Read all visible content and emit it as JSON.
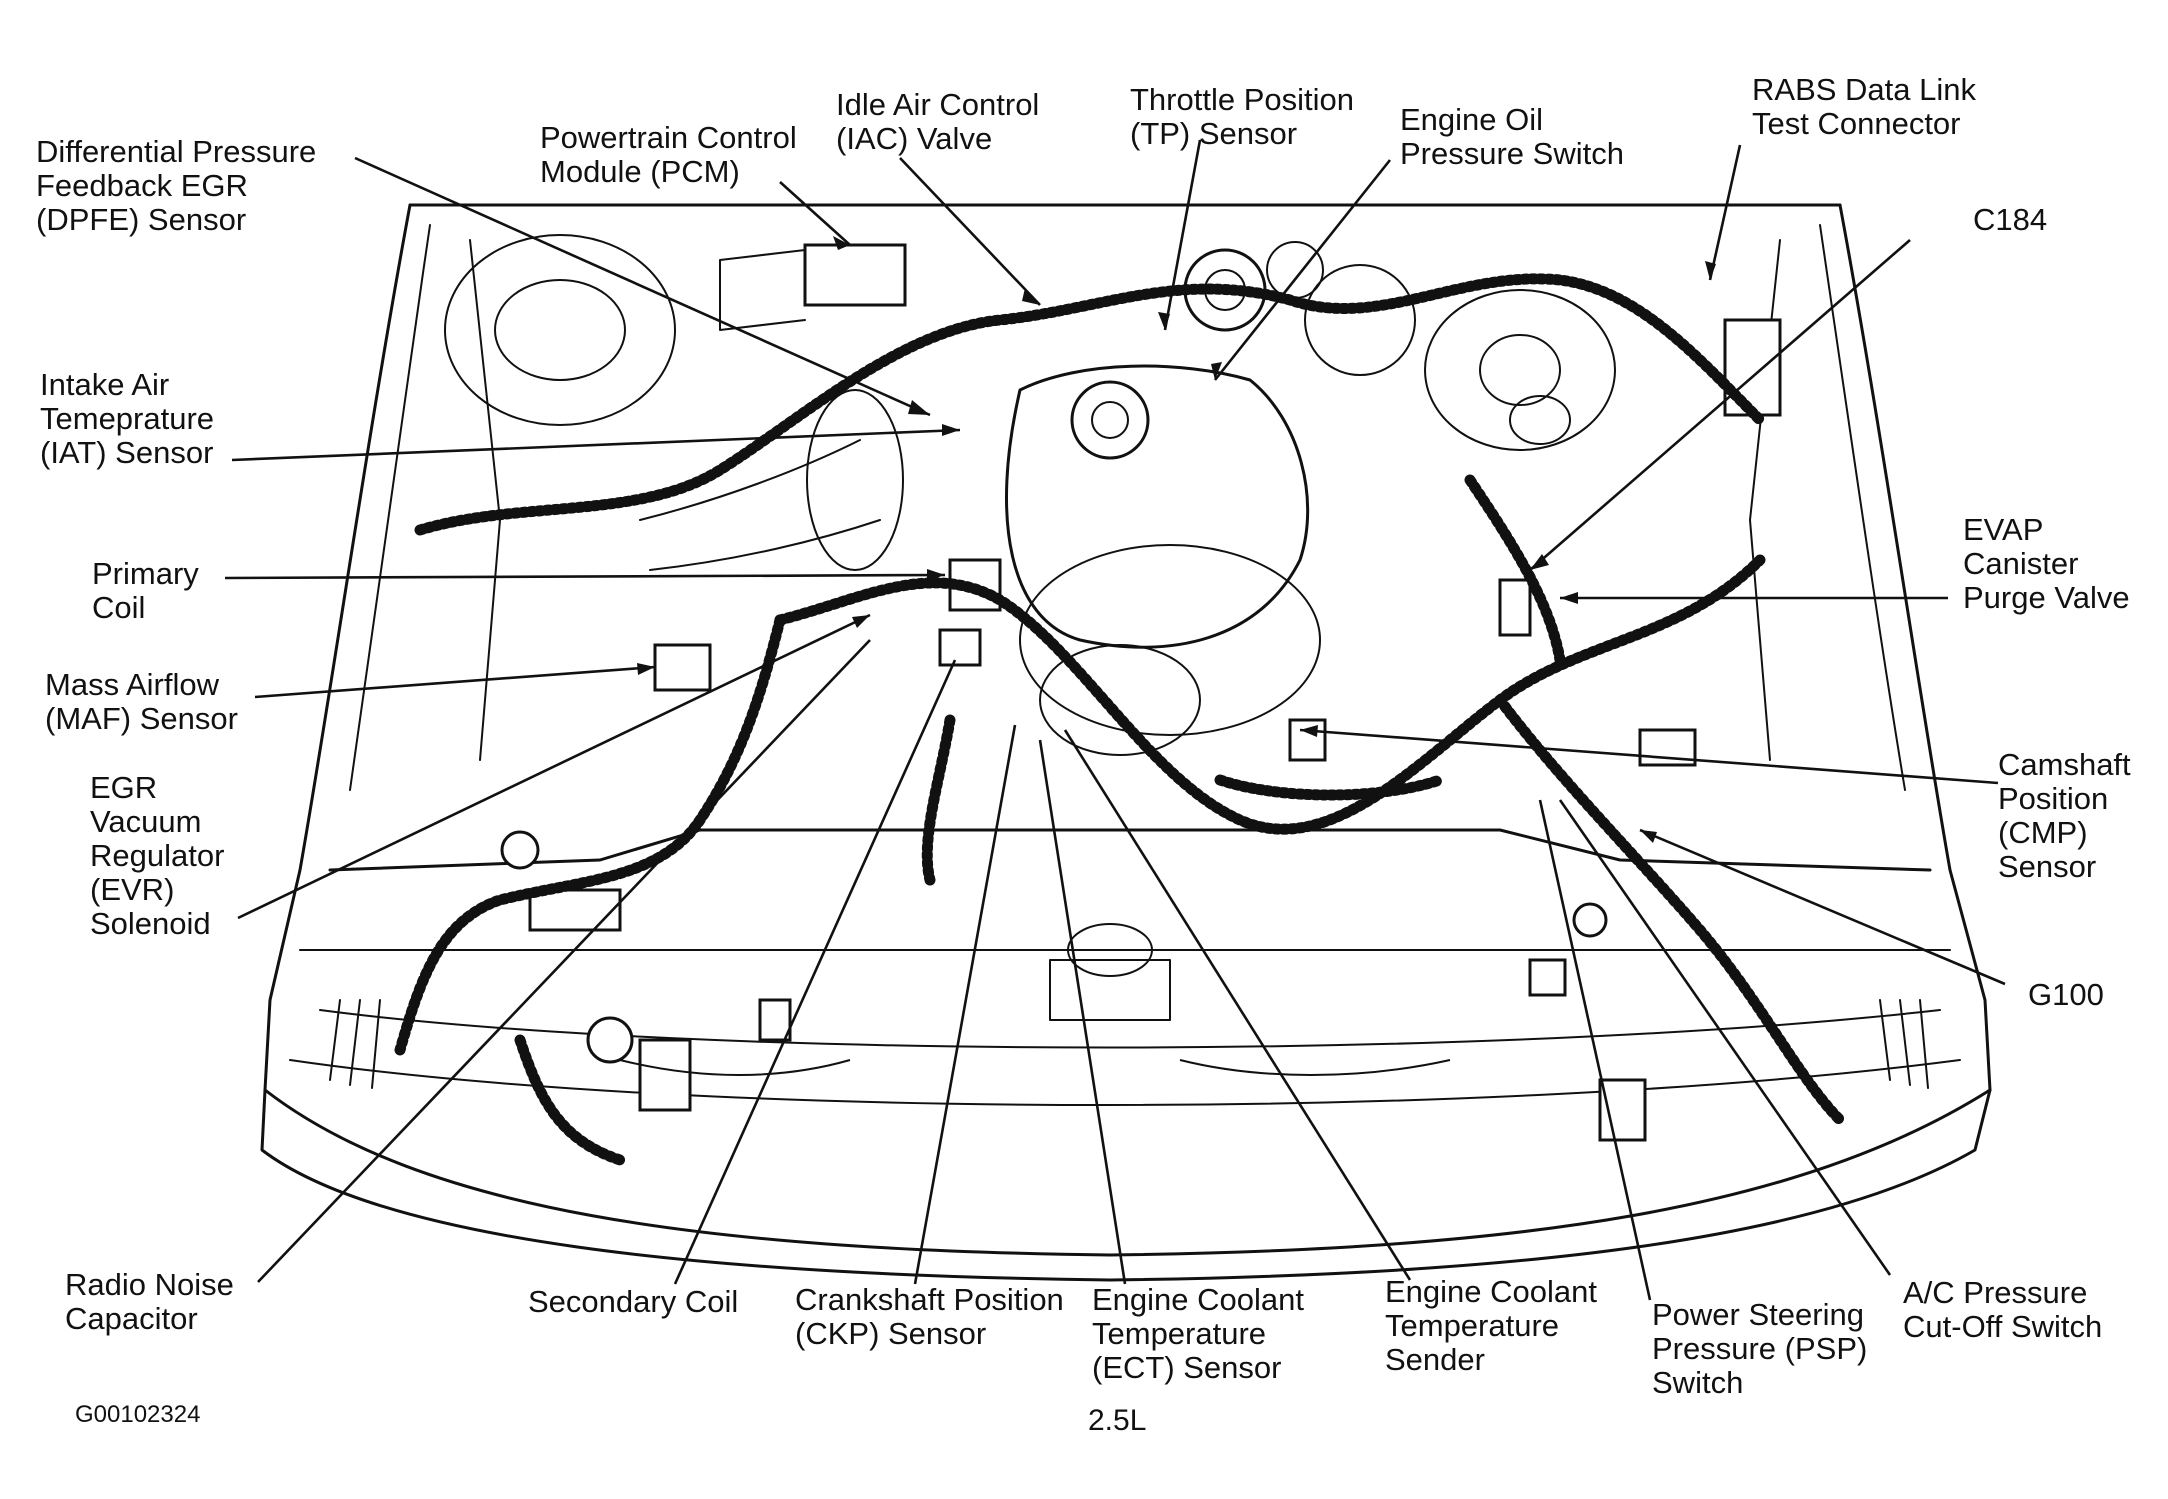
{
  "figure": {
    "caption_engine": "2.5L",
    "figure_code": "G00102324"
  },
  "labels": {
    "dpfe": [
      "Differential Pressure",
      "Feedback EGR",
      "(DPFE) Sensor"
    ],
    "pcm": [
      "Powertrain Control",
      "Module (PCM)"
    ],
    "iac": [
      "Idle Air Control",
      "(IAC) Valve"
    ],
    "tp": [
      "Throttle Position",
      "(TP) Sensor"
    ],
    "oil": [
      "Engine Oil",
      "Pressure Switch"
    ],
    "rabs": [
      "RABS Data Link",
      "Test Connector"
    ],
    "c184": [
      "C184"
    ],
    "iat": [
      "Intake Air",
      "Temeprature",
      "(IAT) Sensor"
    ],
    "primary_coil": [
      "Primary",
      "Coil"
    ],
    "evap": [
      "EVAP",
      "Canister",
      "Purge Valve"
    ],
    "maf": [
      "Mass Airflow",
      "(MAF) Sensor"
    ],
    "evr": [
      "EGR",
      "Vacuum",
      "Regulator",
      "(EVR)",
      "Solenoid"
    ],
    "cmp": [
      "Camshaft",
      "Position",
      "(CMP)",
      "Sensor"
    ],
    "g100": [
      "G100"
    ],
    "radio": [
      "Radio Noise",
      "Capacitor"
    ],
    "secondary_coil": [
      "Secondary Coil"
    ],
    "ckp": [
      "Crankshaft Position",
      "(CKP) Sensor"
    ],
    "ect": [
      "Engine Coolant",
      "Temperature",
      "(ECT) Sensor"
    ],
    "ect_sender": [
      "Engine Coolant",
      "Temperature",
      "Sender"
    ],
    "psp": [
      "Power Steering",
      "Pressure (PSP)",
      "Switch"
    ],
    "ac": [
      "A/C Pressure",
      "Cut-Off Switch"
    ]
  }
}
